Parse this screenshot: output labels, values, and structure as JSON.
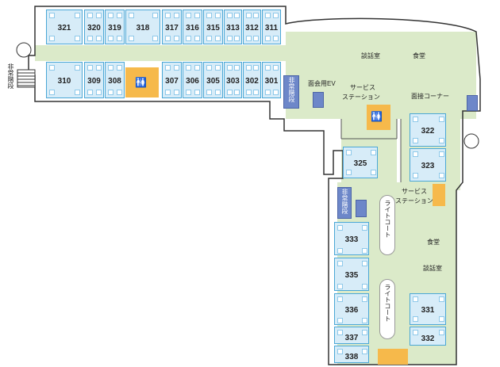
{
  "colors": {
    "corridor": "#dbeac9",
    "room_fill": "#d7ecf8",
    "room_border": "#4aa7d6",
    "toilet": "#f6b94b",
    "stairs": "#6d87c9",
    "wall": "#333333"
  },
  "rooms_top_row": [
    "321",
    "320",
    "319",
    "318",
    "317",
    "316",
    "315",
    "313",
    "312",
    "311"
  ],
  "rooms_mid_row": [
    "310",
    "309",
    "308",
    "307",
    "306",
    "305",
    "303",
    "302",
    "301"
  ],
  "rooms_right": [
    "322",
    "323",
    "325"
  ],
  "rooms_lower_left": [
    "333",
    "335",
    "336",
    "337",
    "338"
  ],
  "rooms_lower_right": [
    "331",
    "332"
  ],
  "labels": {
    "emergency_stairs_left": "非常階段",
    "emergency_stairs_mid": "非常階段",
    "emergency_stairs_lower": "非常階段",
    "lounge_top": "談話室",
    "dining_top": "食堂",
    "visitor_ev": "面会用EV",
    "service_station_top": "サービス\nステーション",
    "service_station_top_l1": "サービス",
    "service_station_top_l2": "ステーション",
    "interview_corner": "面接コーナー",
    "service_station_lower_l1": "サービス",
    "service_station_lower_l2": "ステーション",
    "dining_lower": "食堂",
    "lounge_lower": "談話室",
    "light_court_1": "ライトコート",
    "light_court_2": "ライトコート"
  }
}
